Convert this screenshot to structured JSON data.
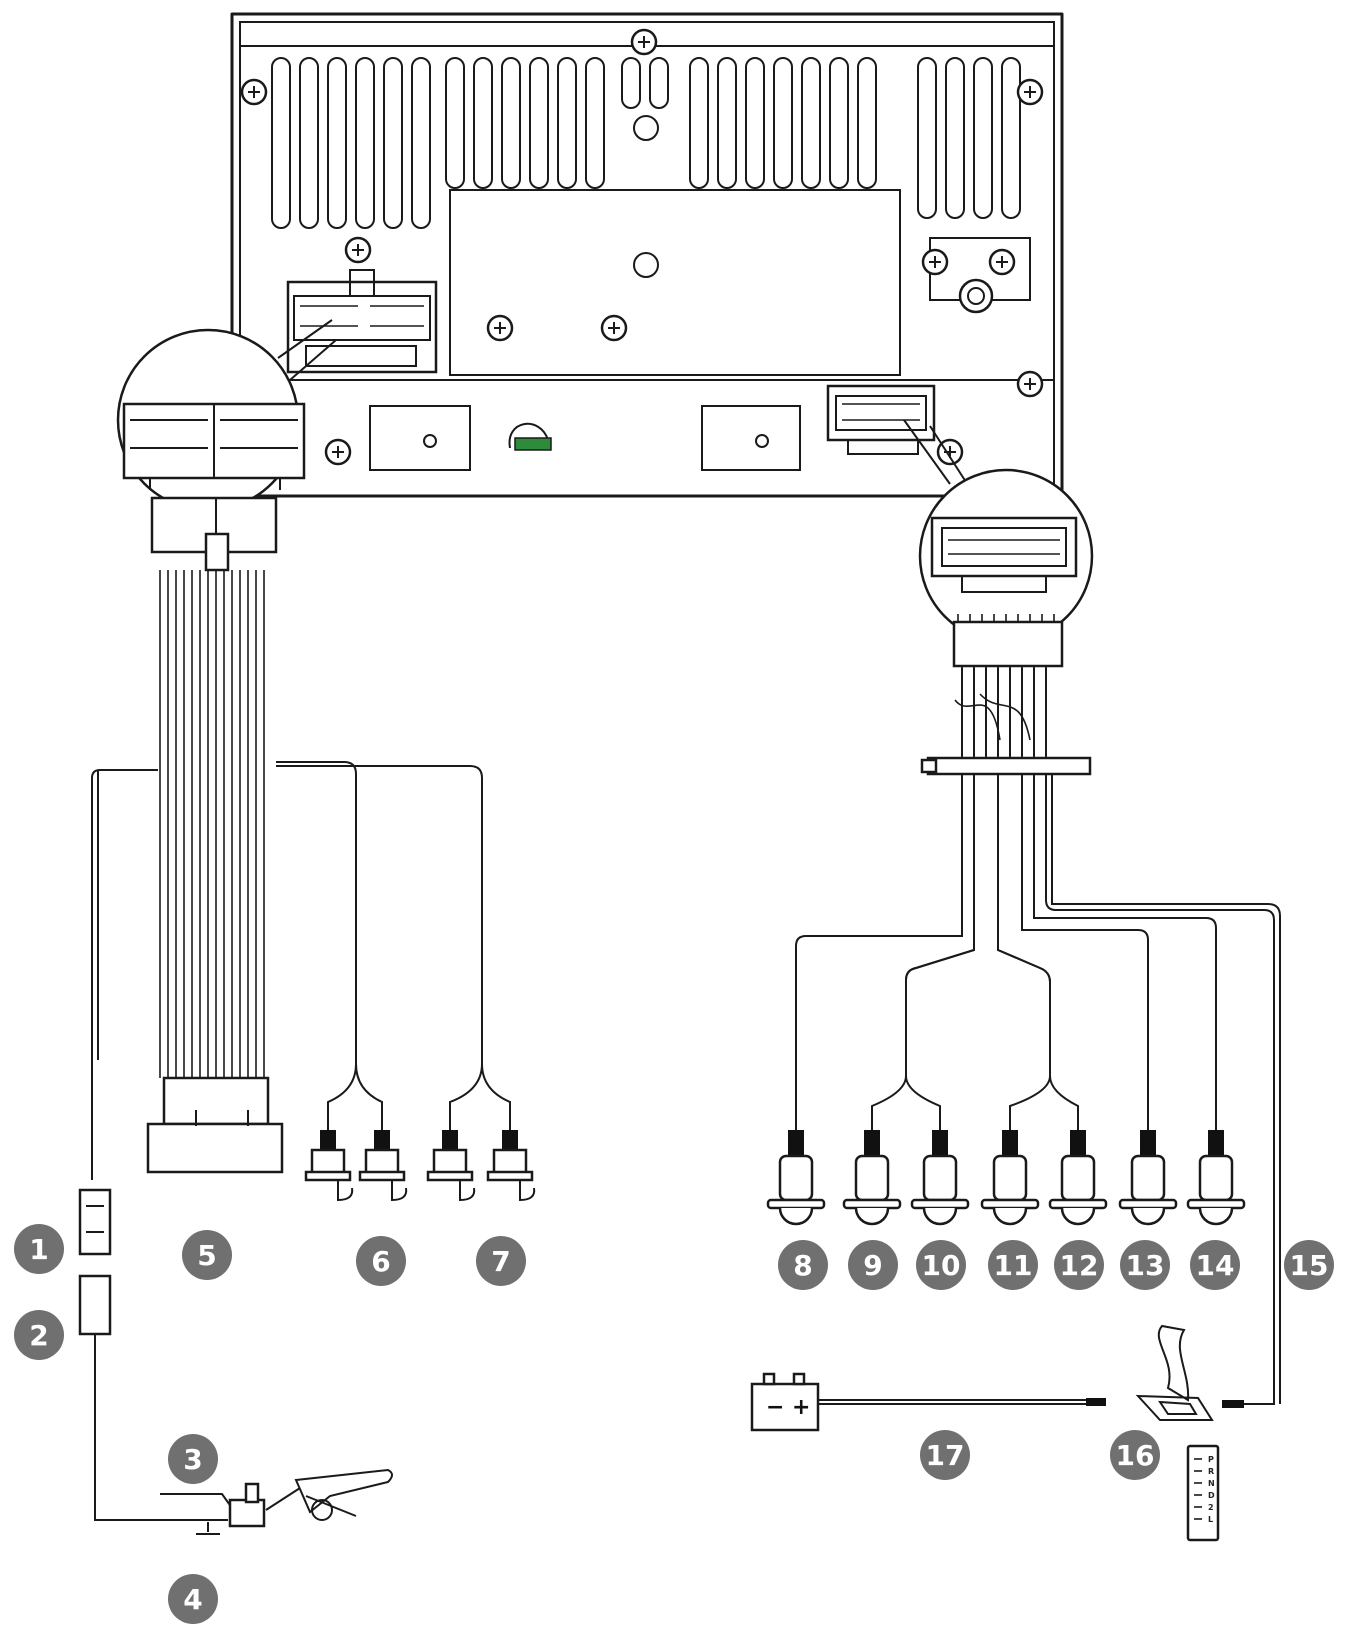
{
  "callouts": {
    "c1": "1",
    "c2": "2",
    "c3": "3",
    "c4": "4",
    "c5": "5",
    "c6": "6",
    "c7": "7",
    "c8": "8",
    "c9": "9",
    "c10": "10",
    "c11": "11",
    "c12": "12",
    "c13": "13",
    "c14": "14",
    "c15": "15",
    "c16": "16",
    "c17": "17"
  },
  "battery": {
    "minus": "−",
    "plus": "+"
  },
  "gear_indicator": [
    "P",
    "R",
    "N",
    "D",
    "2",
    "L"
  ],
  "colors": {
    "callout_fill": "#707070",
    "line": "#1a1a1a",
    "accent_green": "#2e8b3a"
  },
  "icons": [
    "screw-icon",
    "battery-icon",
    "gear-shifter-icon",
    "handbrake-icon",
    "rca-jack-icon",
    "fuse-icon"
  ]
}
